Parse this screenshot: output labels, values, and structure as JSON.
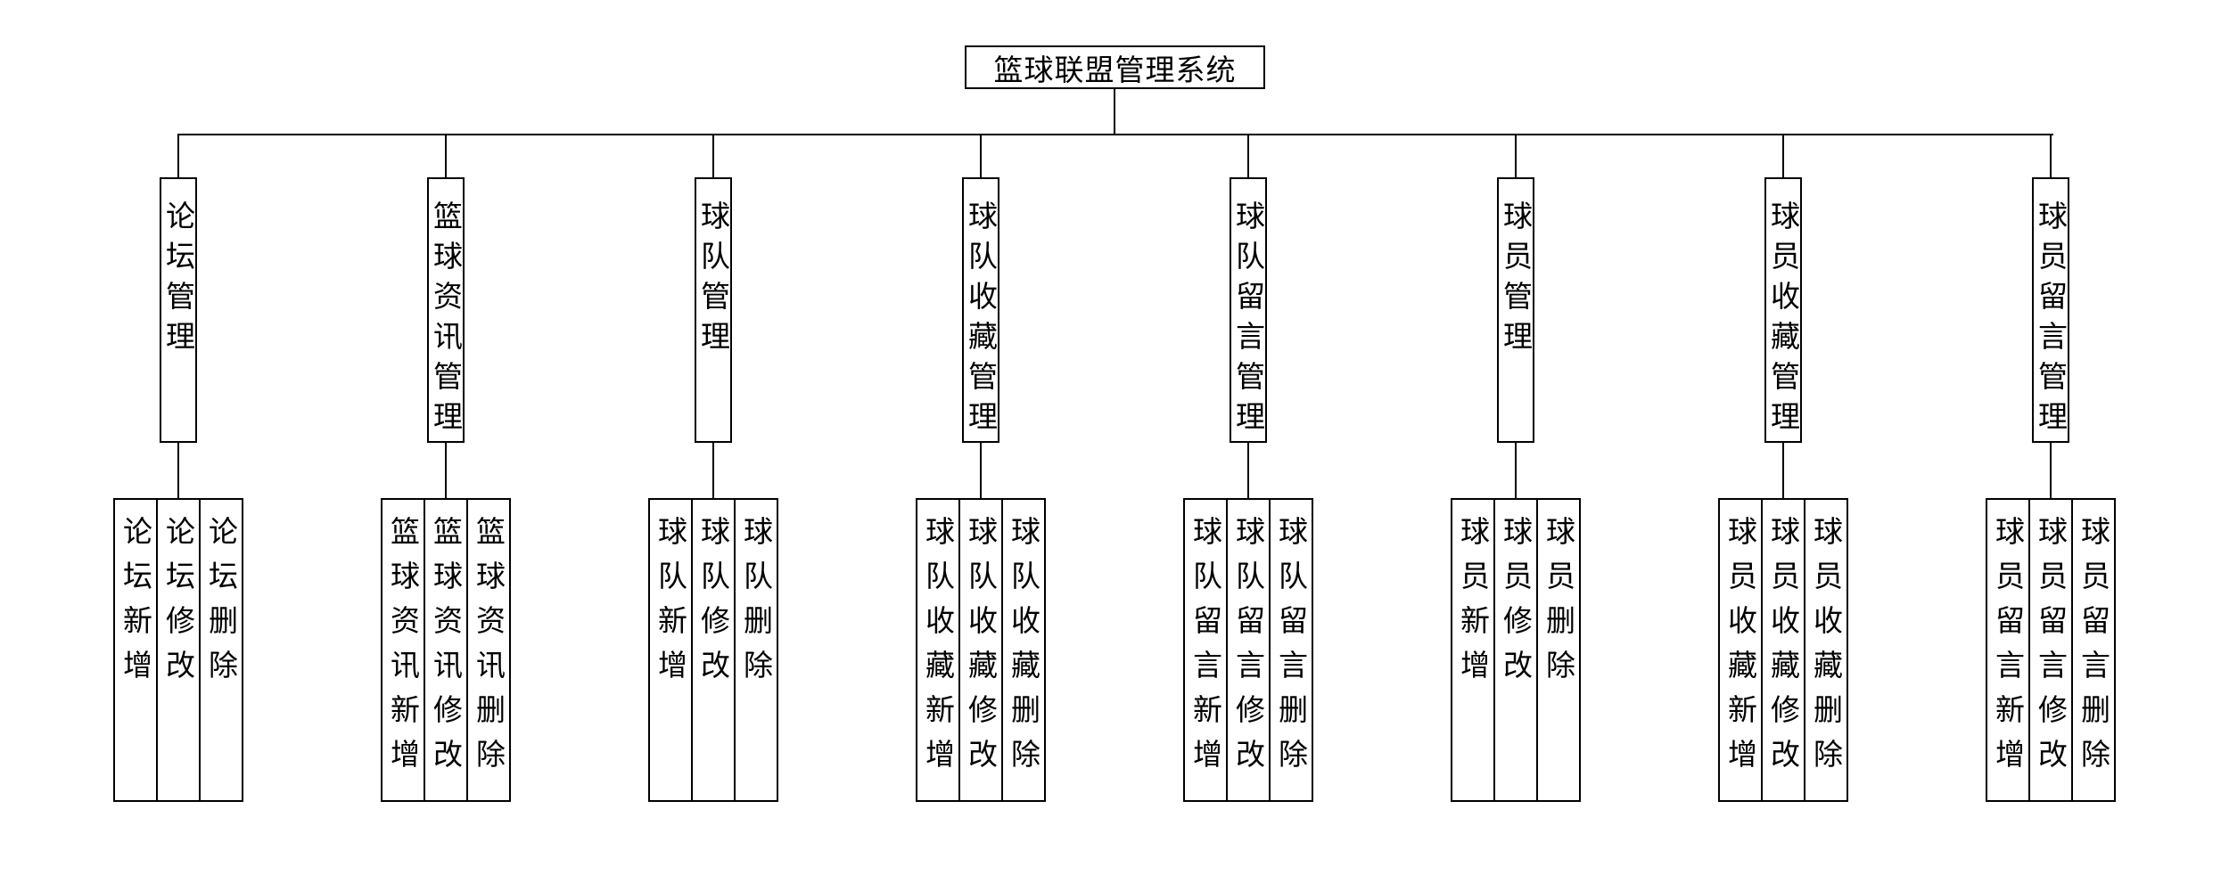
{
  "diagram": {
    "title": "篮球联盟管理系统",
    "colors": {
      "line": "#000000",
      "box_border": "#000000",
      "text": "#000000",
      "background": "#ffffff"
    },
    "root": {
      "label": "篮球联盟管理系统"
    },
    "branches": [
      {
        "label": "论坛管理",
        "children": [
          "论坛新增",
          "论坛修改",
          "论坛删除"
        ]
      },
      {
        "label": "篮球资讯管理",
        "children": [
          "篮球资讯新增",
          "篮球资讯修改",
          "篮球资讯删除"
        ]
      },
      {
        "label": "球队管理",
        "children": [
          "球队新增",
          "球队修改",
          "球队删除"
        ]
      },
      {
        "label": "球队收藏管理",
        "children": [
          "球队收藏新增",
          "球队收藏修改",
          "球队收藏删除"
        ]
      },
      {
        "label": "球队留言管理",
        "children": [
          "球队留言新增",
          "球队留言修改",
          "球队留言删除"
        ]
      },
      {
        "label": "球员管理",
        "children": [
          "球员新增",
          "球员修改",
          "球员删除"
        ]
      },
      {
        "label": "球员收藏管理",
        "children": [
          "球员收藏新增",
          "球员收藏修改",
          "球员收藏删除"
        ]
      },
      {
        "label": "球员留言管理",
        "children": [
          "球员留言新增",
          "球员留言修改",
          "球员留言删除"
        ]
      }
    ]
  }
}
